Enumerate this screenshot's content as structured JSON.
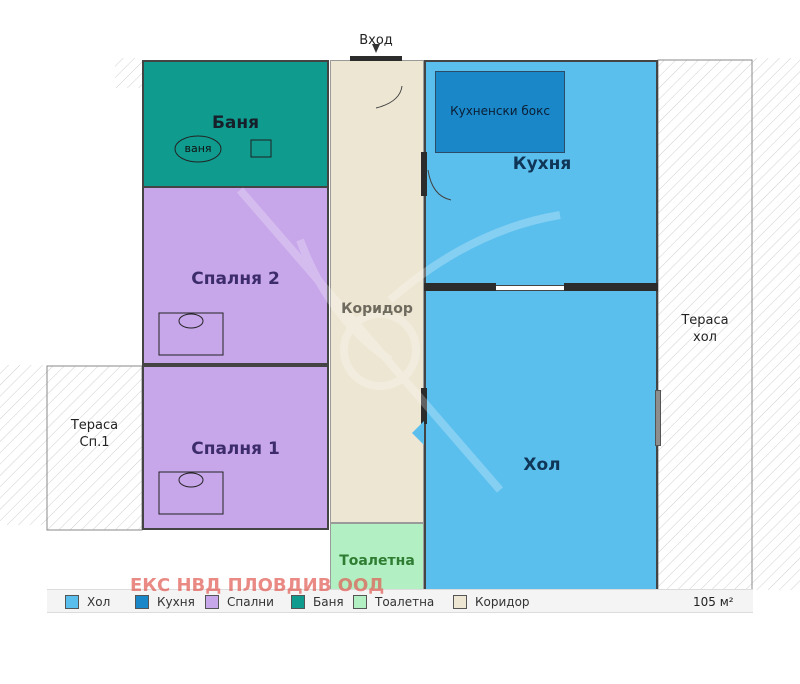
{
  "entrance_label": "Вход",
  "rooms": {
    "bathroom": "Баня",
    "bathtub": "ваня",
    "bedroom2": "Спалня 2",
    "bedroom1": "Спалня 1",
    "corridor": "Коридор",
    "toilet": "Тоалетна",
    "kitchen": "Кухня",
    "kitchen_box": "Кухненски бокс",
    "living": "Хол"
  },
  "terraces": {
    "bedroom_terrace_line1": "Тераса",
    "bedroom_terrace_line2": "Сп.1",
    "living_terrace_line1": "Тераса",
    "living_terrace_line2": "хол"
  },
  "watermark": "ЕКС НВД ПЛОВДИВ ООД",
  "legend": {
    "items": [
      {
        "label": "Хол",
        "color": "#5bbfee"
      },
      {
        "label": "Кухня",
        "color": "#1a87c9"
      },
      {
        "label": "Спални",
        "color": "#c7a6ea"
      },
      {
        "label": "Баня",
        "color": "#0f9b8e"
      },
      {
        "label": "Тоалетна",
        "color": "#b2efc2"
      },
      {
        "label": "Коридор",
        "color": "#ede6d3"
      }
    ],
    "area": "105 м²"
  },
  "colors": {
    "living": "#5bbfee",
    "kitchen_box": "#1a87c9",
    "bedroom": "#c7a6ea",
    "bathroom": "#0f9b8e",
    "toilet": "#b2efc2",
    "corridor": "#ede6d3",
    "watermark": "#e25a52"
  }
}
